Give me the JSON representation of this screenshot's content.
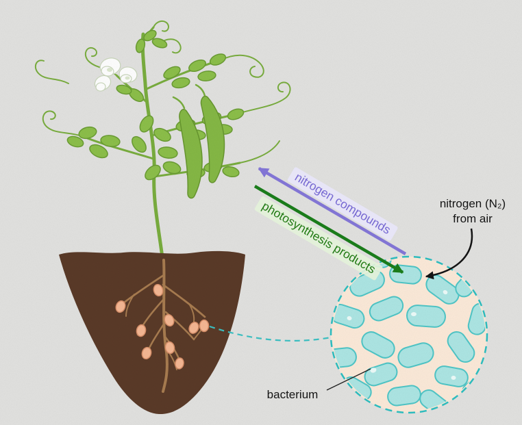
{
  "labels": {
    "nitrogen_compounds": "nitrogen compounds",
    "photosynthesis_products": "photosynthesis products",
    "nitrogen_from_air_line1": "nitrogen (N₂)",
    "nitrogen_from_air_line2": "from air",
    "bacterium": "bacterium"
  },
  "colors": {
    "background": "#e2e2e0",
    "plant_green": "#8cbf4a",
    "plant_outline": "#6a9c33",
    "pod_green": "#85b845",
    "soil_brown": "#5a3a28",
    "root_brown": "#a87c50",
    "nodule_pink": "#f5b793",
    "nodule_outline": "#d78f69",
    "zoom_circle_fill": "#fcead9",
    "zoom_circle_border": "#2ebfc1",
    "bacteria_fill": "#ade6e4",
    "bacteria_outline": "#4fc6c7",
    "arrow_purple": "#8477d8",
    "arrow_green": "#1b7e1b",
    "label_purple": "#7668d2",
    "label_green": "#217a14",
    "text_black": "#141414"
  }
}
